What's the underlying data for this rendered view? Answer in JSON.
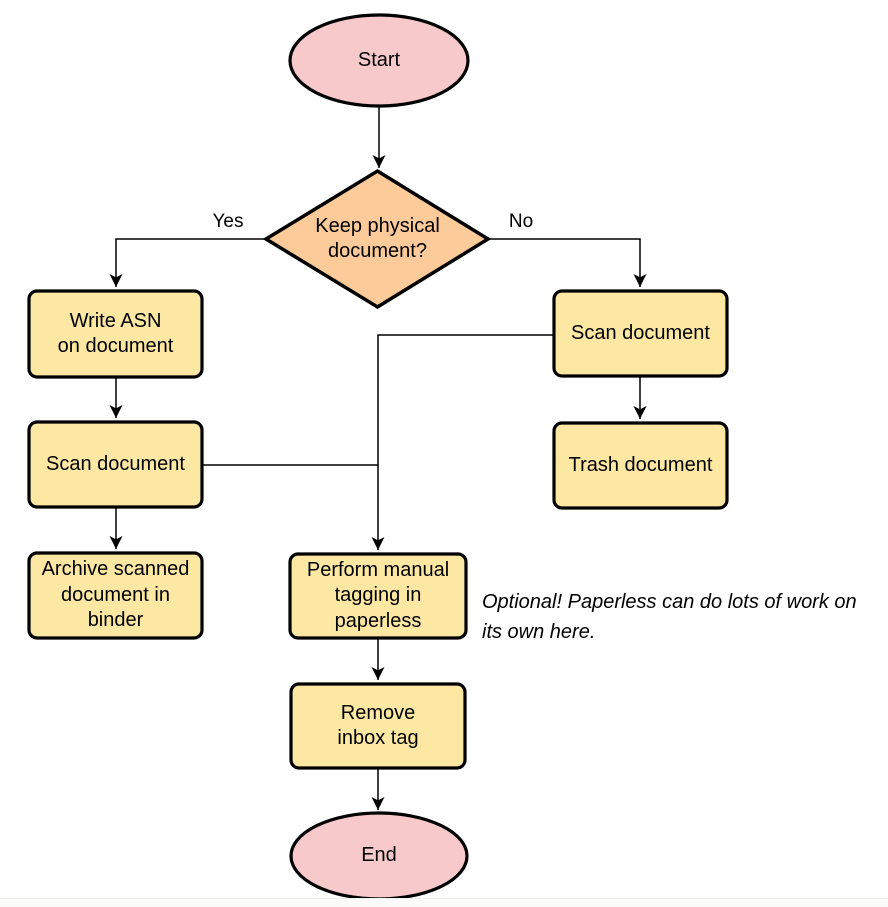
{
  "colors": {
    "terminator_fill": "#f7c9cb",
    "decision_fill": "#fdca9a",
    "process_fill": "#fce7a3",
    "stroke": "#000000"
  },
  "nodes": {
    "start": {
      "label": "Start"
    },
    "decision": {
      "line1": "Keep physical",
      "line2": "document?"
    },
    "write_asn": {
      "line1": "Write ASN",
      "line2": "on document"
    },
    "scan_left": {
      "label": "Scan document"
    },
    "archive": {
      "line1": "Archive scanned",
      "line2": "document in",
      "line3": "binder"
    },
    "scan_right": {
      "label": "Scan document"
    },
    "trash": {
      "label": "Trash document"
    },
    "tagging": {
      "line1": "Perform manual",
      "line2": "tagging in",
      "line3": "paperless"
    },
    "remove_inbox": {
      "line1": "Remove",
      "line2": "inbox tag"
    },
    "end": {
      "label": "End"
    }
  },
  "edges": {
    "yes": "Yes",
    "no": "No"
  },
  "note": {
    "line1": "Optional! Paperless can do lots of work on",
    "line2": "its own here."
  }
}
